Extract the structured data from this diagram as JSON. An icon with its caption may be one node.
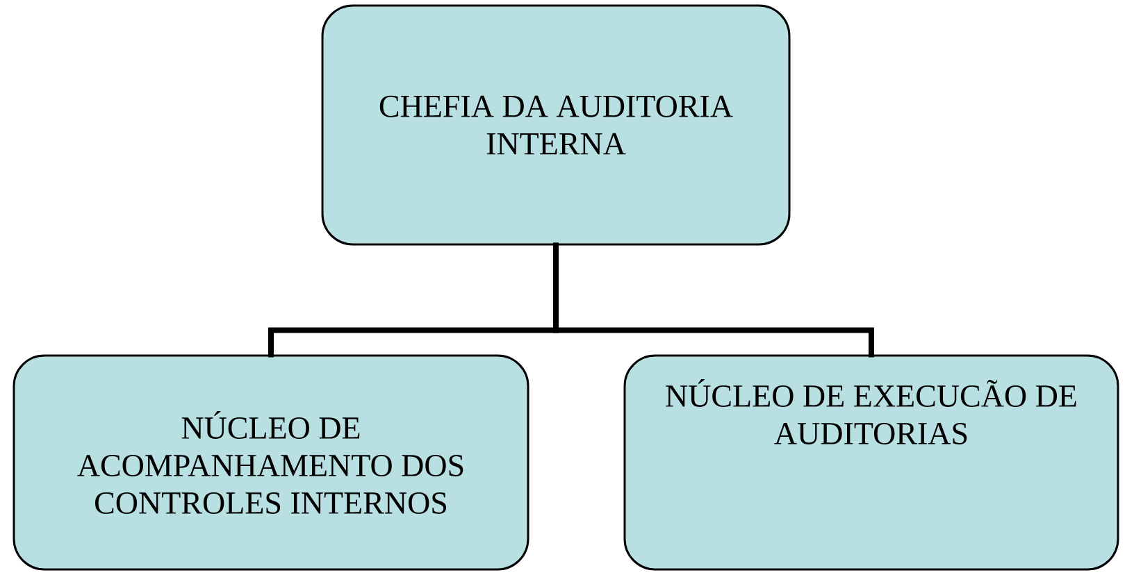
{
  "diagram": {
    "nodes": [
      {
        "text": [
          "CHEFIA DA AUDITORIA INTERNA"
        ]
      },
      {
        "text": [
          "NÚCLEO DE ACOMPANHAMENTO DOS CONTROLES INTERNOS"
        ]
      },
      {
        "text": [
          "NÚCLEO DE EXECUCÃO DE AUDITORIAS"
        ]
      }
    ],
    "edges": [
      {
        "from": 0,
        "to": 1,
        "arrow": "none"
      },
      {
        "from": 0,
        "to": 2,
        "arrow": "none"
      }
    ]
  }
}
